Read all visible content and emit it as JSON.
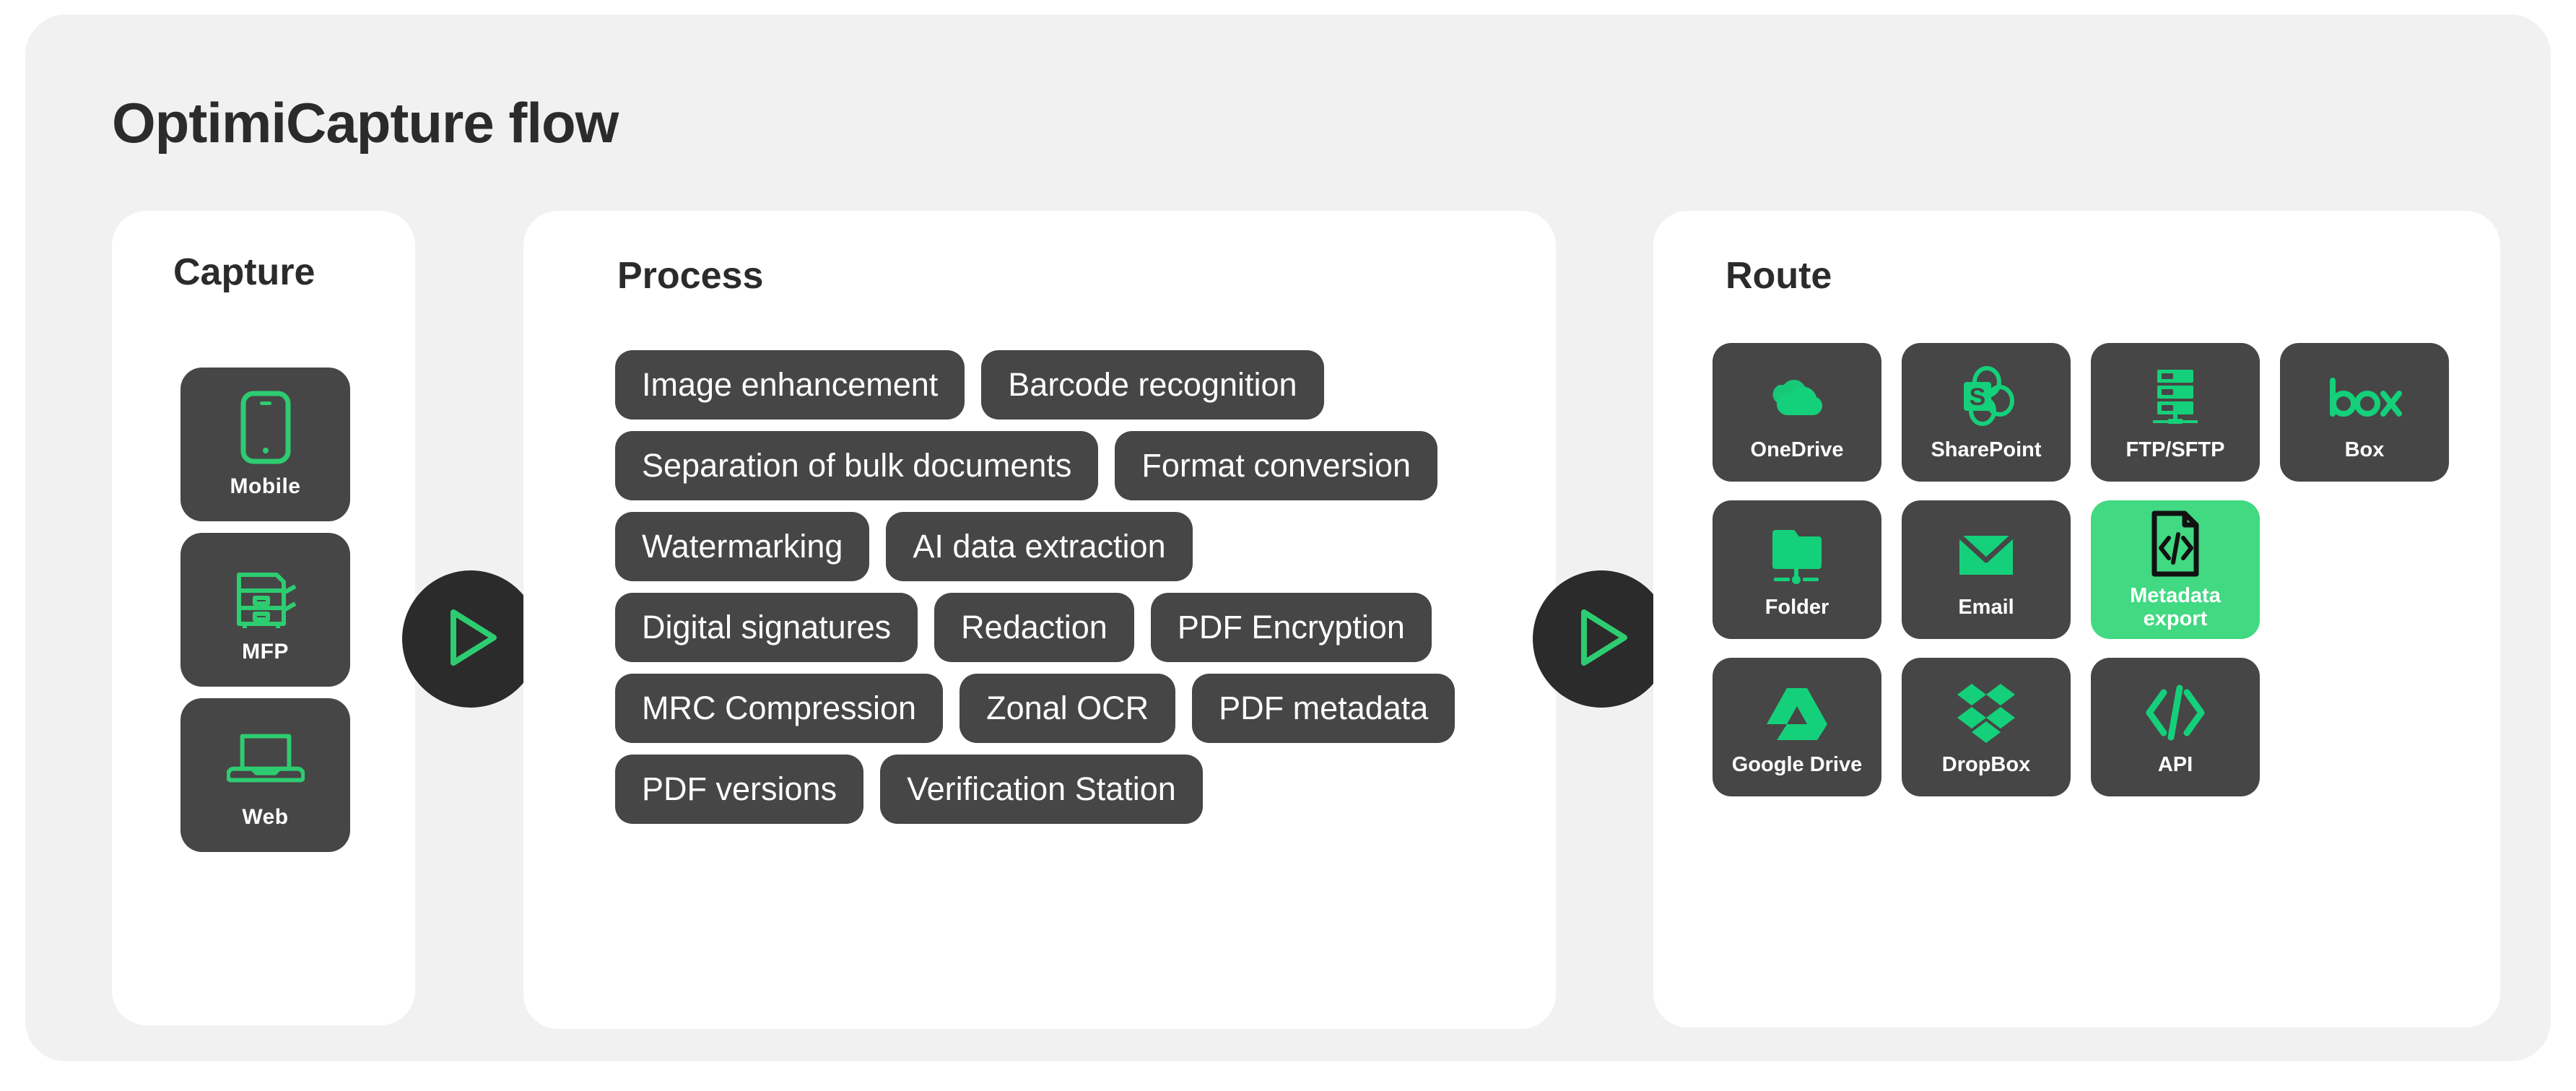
{
  "page": {
    "title": "OptimiCapture flow",
    "background": "#f1f1f1",
    "card_background": "#ffffff",
    "tile_background": "#464646",
    "accent_green": "#15d07a",
    "highlight_green": "#41d982",
    "text_dark": "#2b2b2b"
  },
  "stages": {
    "capture": {
      "title": "Capture",
      "items": [
        {
          "label": "Mobile",
          "icon": "mobile-phone-icon"
        },
        {
          "label": "MFP",
          "icon": "printer-mfp-icon"
        },
        {
          "label": "Web",
          "icon": "laptop-web-icon"
        }
      ]
    },
    "process": {
      "title": "Process",
      "rows": [
        [
          "Image enhancement",
          "Barcode recognition"
        ],
        [
          "Separation of bulk documents",
          "Format conversion"
        ],
        [
          "Watermarking",
          "AI data extraction"
        ],
        [
          "Digital signatures",
          "Redaction",
          "PDF Encryption"
        ],
        [
          "MRC Compression",
          "Zonal OCR",
          "PDF metadata"
        ],
        [
          "PDF versions",
          "Verification Station"
        ]
      ]
    },
    "route": {
      "title": "Route",
      "items": [
        {
          "label": "OneDrive",
          "icon": "onedrive-cloud-icon",
          "highlighted": false
        },
        {
          "label": "SharePoint",
          "icon": "sharepoint-icon",
          "highlighted": false
        },
        {
          "label": "FTP/SFTP",
          "icon": "server-stack-icon",
          "highlighted": false
        },
        {
          "label": "Box",
          "icon": "box-wordmark-icon",
          "highlighted": false
        },
        {
          "label": "Folder",
          "icon": "network-folder-icon",
          "highlighted": false
        },
        {
          "label": "Email",
          "icon": "envelope-icon",
          "highlighted": false
        },
        {
          "label": "Metadata export",
          "icon": "document-code-icon",
          "highlighted": true
        },
        {
          "label": "Google Drive",
          "icon": "google-drive-icon",
          "highlighted": false
        },
        {
          "label": "DropBox",
          "icon": "dropbox-icon",
          "highlighted": false
        },
        {
          "label": "API",
          "icon": "code-brackets-icon",
          "highlighted": false
        }
      ]
    }
  },
  "connectors": [
    {
      "icon": "play-triangle-icon",
      "from": "capture",
      "to": "process"
    },
    {
      "icon": "play-triangle-icon",
      "from": "process",
      "to": "route"
    }
  ]
}
